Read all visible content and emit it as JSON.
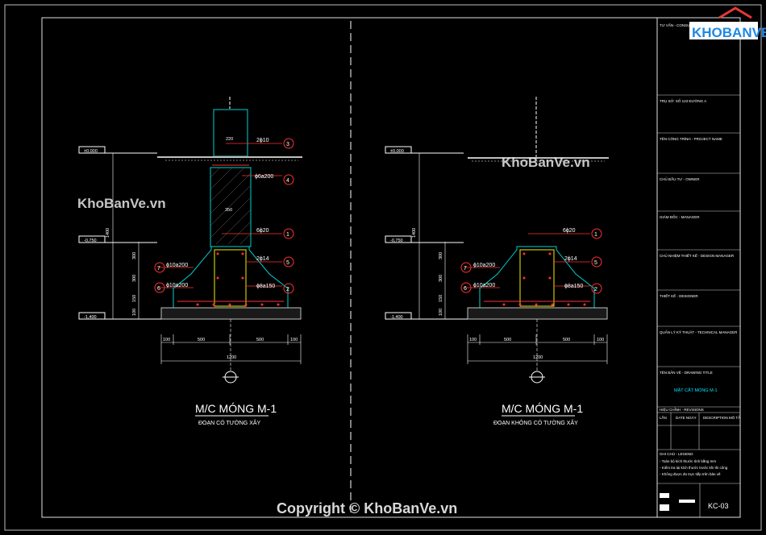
{
  "logo": {
    "text": "KHOBANVE",
    "brand_color": "#1e88e5",
    "accent_color": "#e53935"
  },
  "watermarks": [
    "KhoBanVe.vn",
    "KhoBanVe.vn"
  ],
  "copyright": "Copyright © KhoBanVe.vn",
  "sections": [
    {
      "title": "M/C MÓNG M-1",
      "subtitle": "ĐOẠN CÓ TƯỜNG XÂY",
      "levels": [
        "±0,000",
        "-0,750",
        "-1,400"
      ],
      "column_width": "220",
      "wall_height": "350",
      "rebar": [
        "2ɸ10",
        "ɸ6a200",
        "6ɸ20",
        "2ɸ14",
        "ɸ8a150",
        "ɸ10a200",
        "ɸ10a200"
      ],
      "markers": [
        "3",
        "4",
        "1",
        "5",
        "2",
        "7",
        "6"
      ],
      "bottom_dims": [
        "100",
        "500",
        "500",
        "100"
      ],
      "total_width": "1200",
      "side_dims": [
        "300",
        "300",
        "150",
        "100"
      ],
      "depth_label": "1400"
    },
    {
      "title": "M/C MÓNG M-1",
      "subtitle": "ĐOẠN KHÔNG CÓ TƯỜNG XÂY",
      "levels": [
        "±0,000",
        "-0,750",
        "-1,400"
      ],
      "rebar": [
        "6ɸ20",
        "2ɸ14",
        "ɸ8a150",
        "ɸ10a200",
        "ɸ10a200"
      ],
      "markers": [
        "1",
        "5",
        "2",
        "7",
        "6"
      ],
      "bottom_dims": [
        "100",
        "500",
        "500",
        "100"
      ],
      "total_width": "1200",
      "side_dims": [
        "300",
        "300",
        "150",
        "100"
      ],
      "depth_label": "1400"
    }
  ],
  "title_block": {
    "rows": [
      "TƯ VẤN - CONSULTANT",
      "TRỤ SỞ: SỐ 123 ĐƯỜNG A",
      "TÊN CÔNG TRÌNH - PROJECT NAME",
      "CHỦ ĐẦU TƯ - OWNER",
      "GIÁM ĐỐC - MANAGER",
      "CHỦ NHIỆM THIẾT KẾ - DESIGN MANAGER",
      "THIẾT KẾ - DESIGNER",
      "QUẢN LÝ KỸ THUẬT - TECHNICAL MANAGER",
      "TÊN BẢN VẼ - DRAWING TITLE"
    ],
    "drawing_title": "MẶT CẮT MÓNG M-1",
    "revision_header": "HIỆU CHỈNH - REVISIONS",
    "revision_cols": [
      "LẦN",
      "DATE NGÀY",
      "DESCRIPTION MÔ TẢ"
    ],
    "notes_header": "GHI CHÚ - LEGEND",
    "notes": [
      "- Toàn bộ kích thước tính bằng mm",
      "- Kiểm tra lại kích thước trước khi thi công",
      "- Không được đo trực tiếp trên bản vẽ"
    ],
    "sheet_number": "KC-03"
  },
  "colors": {
    "frame": "#e0e0e0",
    "concrete": "#00d0d0",
    "rebar": "#ff3030",
    "stirrup": "#f0f000",
    "dim": "#ffffff",
    "ground": "#c0c0c0",
    "axis": "#ffffff"
  }
}
